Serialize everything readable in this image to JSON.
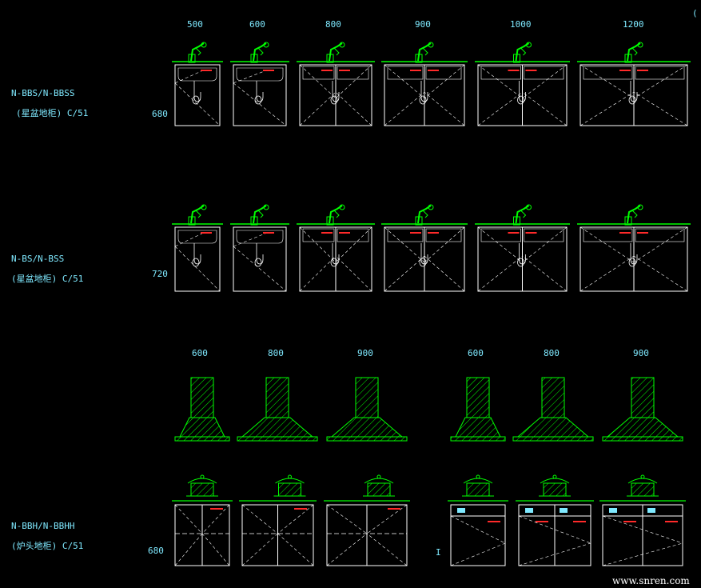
{
  "colors": {
    "background": "#000000",
    "cabinet": "#ffffff",
    "fixture": "#00ff00",
    "label": "#7fe9ff",
    "mark": "#ff2a2a"
  },
  "corner_mark": "(",
  "watermark": "www.snren.com",
  "sink_widths": [
    "500",
    "600",
    "800",
    "900",
    "1000",
    "1200"
  ],
  "hood_widths_left": [
    "600",
    "800",
    "900"
  ],
  "hood_widths_right": [
    "600",
    "800",
    "900"
  ],
  "groups": {
    "bbs": {
      "code": "N-BBS/N-BBSS",
      "desc": "(星盆地柜) C/51",
      "height": "680"
    },
    "bs": {
      "code": "N-BS/N-BSS",
      "desc": "(星盆地柜) C/51",
      "height": "720"
    },
    "bbh": {
      "code": "N-BBH/N-BBHH",
      "desc": "(炉头地柜) C/51",
      "height": "680",
      "extra_mark": "I"
    }
  }
}
